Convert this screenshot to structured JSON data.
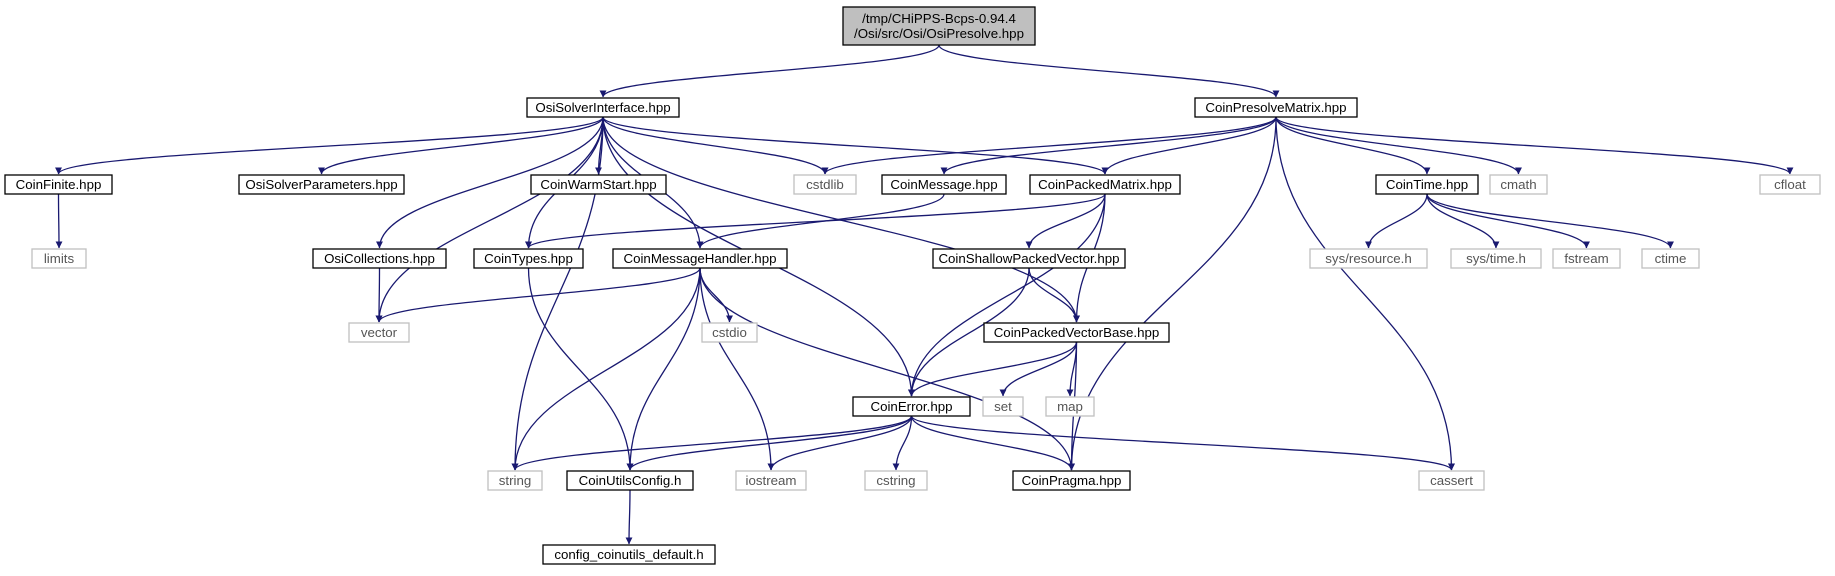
{
  "graph": {
    "edge_color": "#191970",
    "root_fill": "#bfbfbf",
    "external_border": "#c0c0c0",
    "nodes": [
      {
        "id": "root",
        "lines": [
          "/tmp/CHiPPS-Bcps-0.94.4",
          "/Osi/src/Osi/OsiPresolve.hpp"
        ],
        "kind": "root"
      },
      {
        "id": "osisolverinterface",
        "lines": [
          "OsiSolverInterface.hpp"
        ],
        "kind": "file"
      },
      {
        "id": "coinpresolvematrix",
        "lines": [
          "CoinPresolveMatrix.hpp"
        ],
        "kind": "file"
      },
      {
        "id": "coinfinite",
        "lines": [
          "CoinFinite.hpp"
        ],
        "kind": "file"
      },
      {
        "id": "osisolverparameters",
        "lines": [
          "OsiSolverParameters.hpp"
        ],
        "kind": "file"
      },
      {
        "id": "coinwarmstart",
        "lines": [
          "CoinWarmStart.hpp"
        ],
        "kind": "file"
      },
      {
        "id": "cstdlib",
        "lines": [
          "cstdlib"
        ],
        "kind": "external"
      },
      {
        "id": "coinmessage",
        "lines": [
          "CoinMessage.hpp"
        ],
        "kind": "file"
      },
      {
        "id": "coinpackedmatrix",
        "lines": [
          "CoinPackedMatrix.hpp"
        ],
        "kind": "file"
      },
      {
        "id": "cointime",
        "lines": [
          "CoinTime.hpp"
        ],
        "kind": "file"
      },
      {
        "id": "cmath",
        "lines": [
          "cmath"
        ],
        "kind": "external"
      },
      {
        "id": "cfloat",
        "lines": [
          "cfloat"
        ],
        "kind": "external"
      },
      {
        "id": "limits",
        "lines": [
          "limits"
        ],
        "kind": "external"
      },
      {
        "id": "osicollections",
        "lines": [
          "OsiCollections.hpp"
        ],
        "kind": "file"
      },
      {
        "id": "cointypes",
        "lines": [
          "CoinTypes.hpp"
        ],
        "kind": "file"
      },
      {
        "id": "coinmessagehandler",
        "lines": [
          "CoinMessageHandler.hpp"
        ],
        "kind": "file"
      },
      {
        "id": "coinshallowpackedvector",
        "lines": [
          "CoinShallowPackedVector.hpp"
        ],
        "kind": "file"
      },
      {
        "id": "sysresource",
        "lines": [
          "sys/resource.h"
        ],
        "kind": "external"
      },
      {
        "id": "systime",
        "lines": [
          "sys/time.h"
        ],
        "kind": "external"
      },
      {
        "id": "fstream",
        "lines": [
          "fstream"
        ],
        "kind": "external"
      },
      {
        "id": "ctime",
        "lines": [
          "ctime"
        ],
        "kind": "external"
      },
      {
        "id": "vector",
        "lines": [
          "vector"
        ],
        "kind": "external"
      },
      {
        "id": "cstdio",
        "lines": [
          "cstdio"
        ],
        "kind": "external"
      },
      {
        "id": "coinpackedvectorbase",
        "lines": [
          "CoinPackedVectorBase.hpp"
        ],
        "kind": "file"
      },
      {
        "id": "set",
        "lines": [
          "set"
        ],
        "kind": "external"
      },
      {
        "id": "map",
        "lines": [
          "map"
        ],
        "kind": "external"
      },
      {
        "id": "coinerror",
        "lines": [
          "CoinError.hpp"
        ],
        "kind": "file"
      },
      {
        "id": "string",
        "lines": [
          "string"
        ],
        "kind": "external"
      },
      {
        "id": "coinutilsconfig",
        "lines": [
          "CoinUtilsConfig.h"
        ],
        "kind": "file"
      },
      {
        "id": "iostream",
        "lines": [
          "iostream"
        ],
        "kind": "external"
      },
      {
        "id": "cstring",
        "lines": [
          "cstring"
        ],
        "kind": "external"
      },
      {
        "id": "coinpragma",
        "lines": [
          "CoinPragma.hpp"
        ],
        "kind": "file"
      },
      {
        "id": "cassert",
        "lines": [
          "cassert"
        ],
        "kind": "external"
      },
      {
        "id": "configcoinutils",
        "lines": [
          "config_coinutils_default.h"
        ],
        "kind": "file"
      }
    ],
    "edges": [
      [
        "root",
        "osisolverinterface"
      ],
      [
        "root",
        "coinpresolvematrix"
      ],
      [
        "osisolverinterface",
        "coinfinite"
      ],
      [
        "osisolverinterface",
        "osisolverparameters"
      ],
      [
        "osisolverinterface",
        "coinwarmstart"
      ],
      [
        "osisolverinterface",
        "cstdlib"
      ],
      [
        "osisolverinterface",
        "coinpackedmatrix"
      ],
      [
        "osisolverinterface",
        "osicollections"
      ],
      [
        "osisolverinterface",
        "cointypes"
      ],
      [
        "osisolverinterface",
        "coinmessagehandler"
      ],
      [
        "osisolverinterface",
        "vector"
      ],
      [
        "osisolverinterface",
        "string"
      ],
      [
        "osisolverinterface",
        "coinerror"
      ],
      [
        "osisolverinterface",
        "coinpackedvectorbase"
      ],
      [
        "coinpresolvematrix",
        "cstdlib"
      ],
      [
        "coinpresolvematrix",
        "coinmessage"
      ],
      [
        "coinpresolvematrix",
        "coinpackedmatrix"
      ],
      [
        "coinpresolvematrix",
        "cointime"
      ],
      [
        "coinpresolvematrix",
        "cmath"
      ],
      [
        "coinpresolvematrix",
        "cfloat"
      ],
      [
        "coinpresolvematrix",
        "cassert"
      ],
      [
        "coinpresolvematrix",
        "coinpragma"
      ],
      [
        "coinfinite",
        "limits"
      ],
      [
        "coinmessage",
        "coinmessagehandler"
      ],
      [
        "coinpackedmatrix",
        "cointypes"
      ],
      [
        "coinpackedmatrix",
        "coinshallowpackedvector"
      ],
      [
        "coinpackedmatrix",
        "coinpackedvectorbase"
      ],
      [
        "coinpackedmatrix",
        "coinerror"
      ],
      [
        "cointime",
        "sysresource"
      ],
      [
        "cointime",
        "systime"
      ],
      [
        "cointime",
        "fstream"
      ],
      [
        "cointime",
        "ctime"
      ],
      [
        "osicollections",
        "vector"
      ],
      [
        "cointypes",
        "coinutilsconfig"
      ],
      [
        "coinmessagehandler",
        "vector"
      ],
      [
        "coinmessagehandler",
        "cstdio"
      ],
      [
        "coinmessagehandler",
        "string"
      ],
      [
        "coinmessagehandler",
        "coinutilsconfig"
      ],
      [
        "coinmessagehandler",
        "iostream"
      ],
      [
        "coinmessagehandler",
        "coinpragma"
      ],
      [
        "coinshallowpackedvector",
        "coinpackedvectorbase"
      ],
      [
        "coinshallowpackedvector",
        "coinerror"
      ],
      [
        "coinpackedvectorbase",
        "set"
      ],
      [
        "coinpackedvectorbase",
        "map"
      ],
      [
        "coinpackedvectorbase",
        "coinerror"
      ],
      [
        "coinpackedvectorbase",
        "coinpragma"
      ],
      [
        "coinerror",
        "string"
      ],
      [
        "coinerror",
        "coinutilsconfig"
      ],
      [
        "coinerror",
        "iostream"
      ],
      [
        "coinerror",
        "cstring"
      ],
      [
        "coinerror",
        "coinpragma"
      ],
      [
        "coinerror",
        "cassert"
      ],
      [
        "coinutilsconfig",
        "configcoinutils"
      ]
    ]
  }
}
